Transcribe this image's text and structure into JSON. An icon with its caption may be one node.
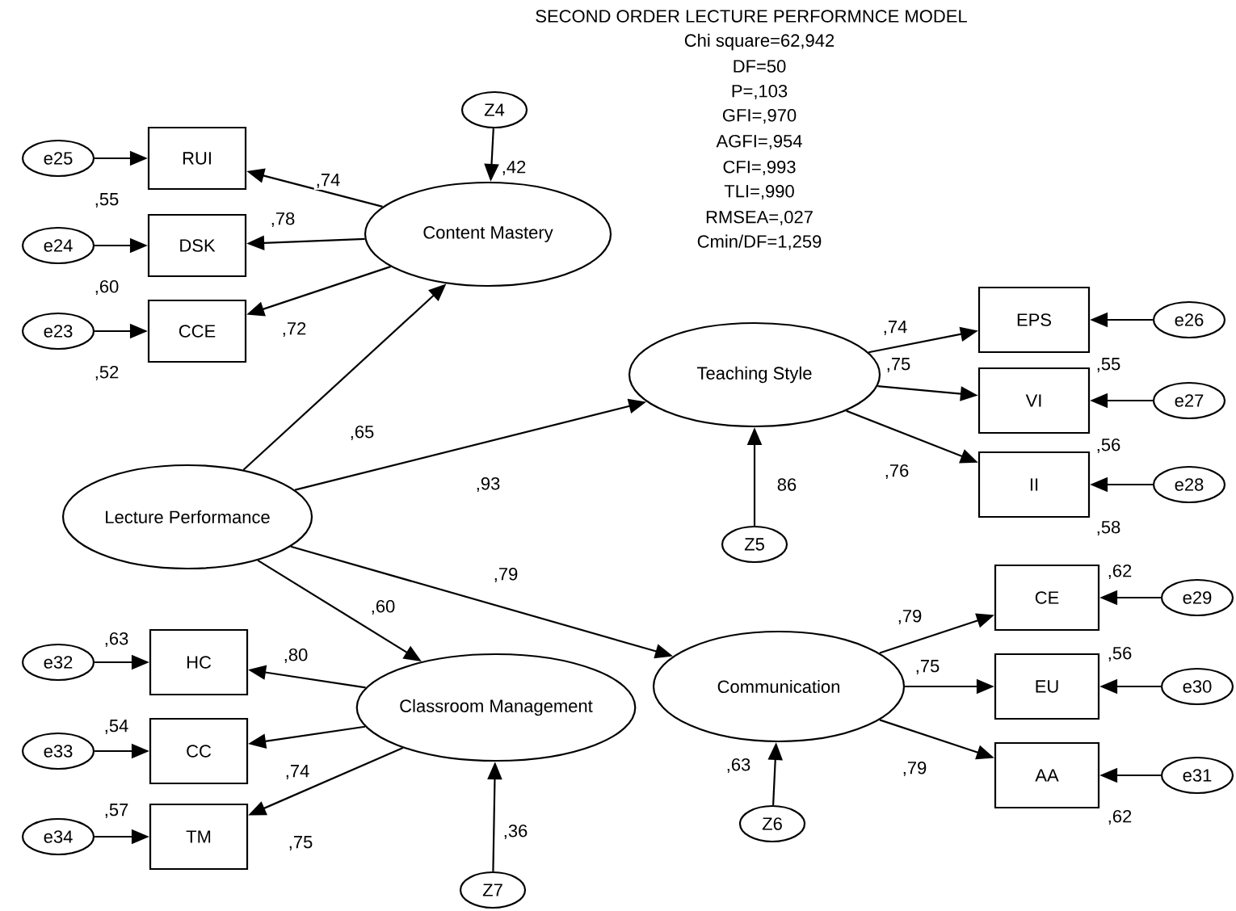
{
  "diagram": {
    "title": "SECOND ORDER LECTURE PERFORMNCE MODEL",
    "nodes": [
      {
        "text": [
          "Z4"
        ]
      },
      {
        "text": [
          "Content Mastery"
        ]
      },
      {
        "text": [
          "RUI"
        ]
      },
      {
        "text": [
          "DSK"
        ]
      },
      {
        "text": [
          "CCE"
        ]
      },
      {
        "text": [
          "e25"
        ]
      },
      {
        "text": [
          "e24"
        ]
      },
      {
        "text": [
          "e23"
        ]
      },
      {
        "text": [
          "Lecture Performance"
        ]
      },
      {
        "text": [
          "Teaching Style"
        ]
      },
      {
        "text": [
          "EPS"
        ],
        "beside": [
          ",55"
        ]
      },
      {
        "text": [
          "VI"
        ],
        "beside": [
          ",56"
        ]
      },
      {
        "text": [
          "II"
        ],
        "beside": [
          ",58"
        ]
      },
      {
        "text": [
          "e26"
        ]
      },
      {
        "text": [
          "e27"
        ]
      },
      {
        "text": [
          "e28"
        ]
      },
      {
        "text": [
          "Z5"
        ]
      },
      {
        "text": [
          "Classroom Management"
        ]
      },
      {
        "text": [
          "HC"
        ],
        "beside": [
          ",63"
        ]
      },
      {
        "text": [
          "CC"
        ],
        "beside": [
          ",54"
        ]
      },
      {
        "text": [
          "TM"
        ],
        "beside": [
          ",57"
        ]
      },
      {
        "text": [
          "e32"
        ]
      },
      {
        "text": [
          "e33"
        ]
      },
      {
        "text": [
          "e34"
        ]
      },
      {
        "text": [
          "Z7"
        ]
      },
      {
        "text": [
          "Communication"
        ]
      },
      {
        "text": [
          "CE"
        ],
        "beside": [
          ",62"
        ]
      },
      {
        "text": [
          "EU"
        ],
        "beside": [
          ",56"
        ]
      },
      {
        "text": [
          "AA"
        ],
        "beside": [
          ",62"
        ]
      },
      {
        "text": [
          "e29"
        ]
      },
      {
        "text": [
          "e30"
        ]
      },
      {
        "text": [
          "e31"
        ]
      },
      {
        "text": [
          "Z6"
        ]
      }
    ],
    "edges": [
      {
        "from": 0,
        "to": 1,
        "arrow": "to",
        "label": ",42"
      },
      {
        "from": 1,
        "to": 2,
        "arrow": "to",
        "label": ",74"
      },
      {
        "from": 1,
        "to": 3,
        "arrow": "to",
        "label": ",78"
      },
      {
        "from": 1,
        "to": 4,
        "arrow": "to",
        "label": ",72"
      },
      {
        "from": 5,
        "to": 2,
        "arrow": "to"
      },
      {
        "from": 6,
        "to": 3,
        "arrow": "to"
      },
      {
        "from": 7,
        "to": 4,
        "arrow": "to"
      },
      {
        "from": 8,
        "to": 1,
        "arrow": "to",
        "label": ",65"
      },
      {
        "from": 8,
        "to": 9,
        "arrow": "to",
        "label": ",93"
      },
      {
        "from": 8,
        "to": 17,
        "arrow": "to",
        "label": ",60"
      },
      {
        "from": 8,
        "to": 25,
        "arrow": "to",
        "label": ",79"
      },
      {
        "from": 9,
        "to": 10,
        "arrow": "to",
        "label": ",74"
      },
      {
        "from": 9,
        "to": 11,
        "arrow": "to",
        "label": ",75"
      },
      {
        "from": 9,
        "to": 12,
        "arrow": "to",
        "label": ",76"
      },
      {
        "from": 13,
        "to": 10,
        "arrow": "to"
      },
      {
        "from": 14,
        "to": 11,
        "arrow": "to"
      },
      {
        "from": 15,
        "to": 12,
        "arrow": "to"
      },
      {
        "from": 16,
        "to": 9,
        "arrow": "to",
        "label": "86"
      },
      {
        "from": 17,
        "to": 18,
        "arrow": "to",
        "label": ",80"
      },
      {
        "from": 17,
        "to": 19,
        "arrow": "to",
        "label": ",74"
      },
      {
        "from": 17,
        "to": 20,
        "arrow": "to",
        "label": ",75"
      },
      {
        "from": 21,
        "to": 18,
        "arrow": "to"
      },
      {
        "from": 22,
        "to": 19,
        "arrow": "to"
      },
      {
        "from": 23,
        "to": 20,
        "arrow": "to"
      },
      {
        "from": 24,
        "to": 17,
        "arrow": "to",
        "label": ",36"
      },
      {
        "from": 25,
        "to": 26,
        "arrow": "to",
        "label": ",79"
      },
      {
        "from": 25,
        "to": 27,
        "arrow": "to",
        "label": ",75"
      },
      {
        "from": 25,
        "to": 28,
        "arrow": "to",
        "label": ",79"
      },
      {
        "from": 29,
        "to": 26,
        "arrow": "to"
      },
      {
        "from": 30,
        "to": 27,
        "arrow": "to"
      },
      {
        "from": 31,
        "to": 28,
        "arrow": "to"
      },
      {
        "from": 32,
        "to": 25,
        "arrow": "to",
        "label": ",63"
      }
    ],
    "labels": [
      "Chi square=62,942",
      "DF=50",
      "P=,103",
      "GFI=,970",
      "AGFI=,954",
      "CFI=,993",
      "TLI=,990",
      "RMSEA=,027",
      "Cmin/DF=1,259",
      ",55",
      ",60",
      ",52"
    ]
  }
}
